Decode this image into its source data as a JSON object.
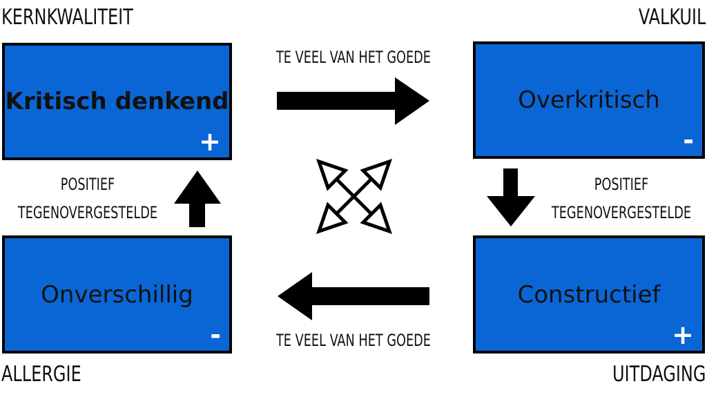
{
  "corners": {
    "top_left": "KERNKWALITEIT",
    "top_right": "VALKUIL",
    "bottom_left": "ALLERGIE",
    "bottom_right": "UITDAGING"
  },
  "boxes": {
    "top_left": {
      "name": "Kritisch denkend",
      "sign": "+"
    },
    "top_right": {
      "name": "Overkritisch",
      "sign": "-"
    },
    "bottom_left": {
      "name": "Onverschillig",
      "sign": "-"
    },
    "bottom_right": {
      "name": "Constructief",
      "sign": "+"
    }
  },
  "relations": {
    "top": "TE VEEL VAN HET GOEDE",
    "bottom": "TE VEEL VAN HET GOEDE",
    "left_line1": "POSITIEF",
    "left_line2": "TEGENOVERGESTELDE",
    "right_line1": "POSITIEF",
    "right_line2": "TEGENOVERGESTELDE"
  },
  "colors": {
    "box_fill": "#0a66d4",
    "arrow": "#000000"
  }
}
